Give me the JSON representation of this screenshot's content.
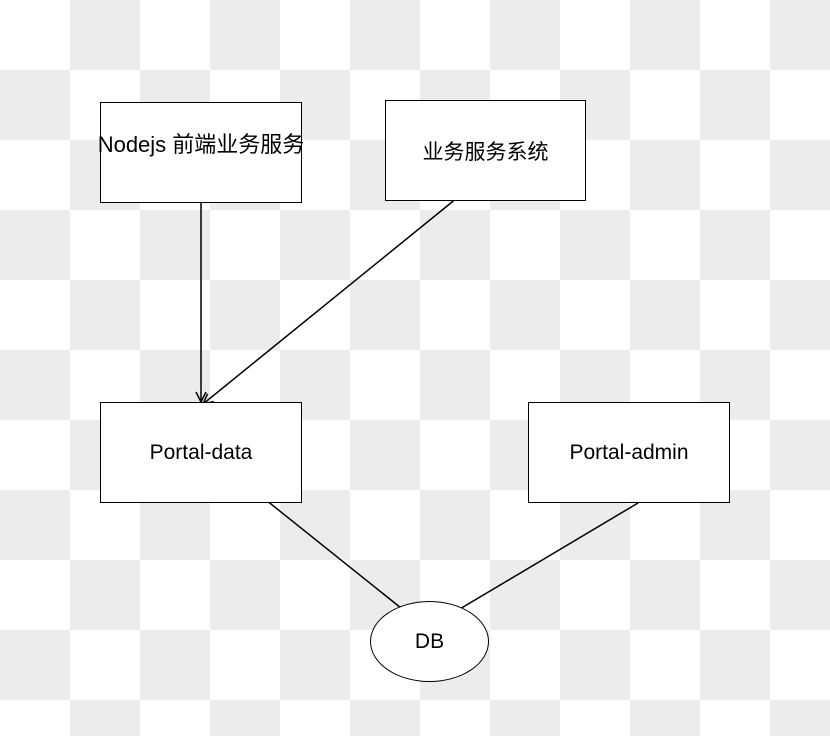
{
  "diagram": {
    "nodes": {
      "nodejs": {
        "label": "Nodejs 前端业务服务"
      },
      "biz": {
        "label": "业务服务系统"
      },
      "portal_data": {
        "label": "Portal-data"
      },
      "portal_admin": {
        "label": "Portal-admin"
      },
      "db": {
        "label": "DB"
      }
    },
    "edges": [
      {
        "from": "nodejs",
        "to": "portal_data"
      },
      {
        "from": "biz",
        "to": "portal_data"
      },
      {
        "from": "portal_data",
        "to": "db"
      },
      {
        "from": "portal_admin",
        "to": "db"
      }
    ]
  },
  "colors": {
    "stroke": "#000000",
    "node_fill": "#ffffff",
    "checker_dark": "#ececec",
    "checker_light": "#ffffff"
  }
}
